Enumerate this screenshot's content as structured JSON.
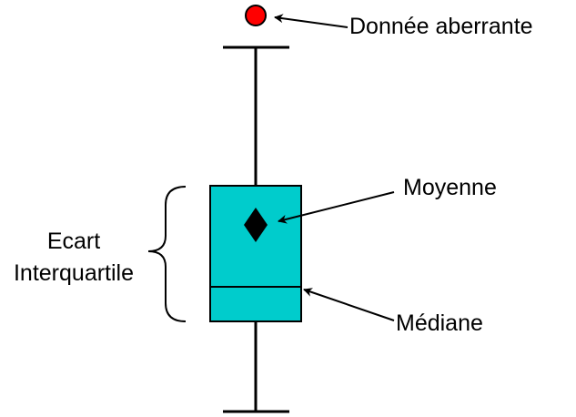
{
  "labels": {
    "outlier": "Donnée aberrante",
    "mean": "Moyenne",
    "median": "Médiane",
    "iqr_line1": "Ecart",
    "iqr_line2": "Interquartile"
  },
  "colors": {
    "box_fill": "#00cccc",
    "outlier_fill": "#ff0000",
    "stroke": "#000000"
  }
}
